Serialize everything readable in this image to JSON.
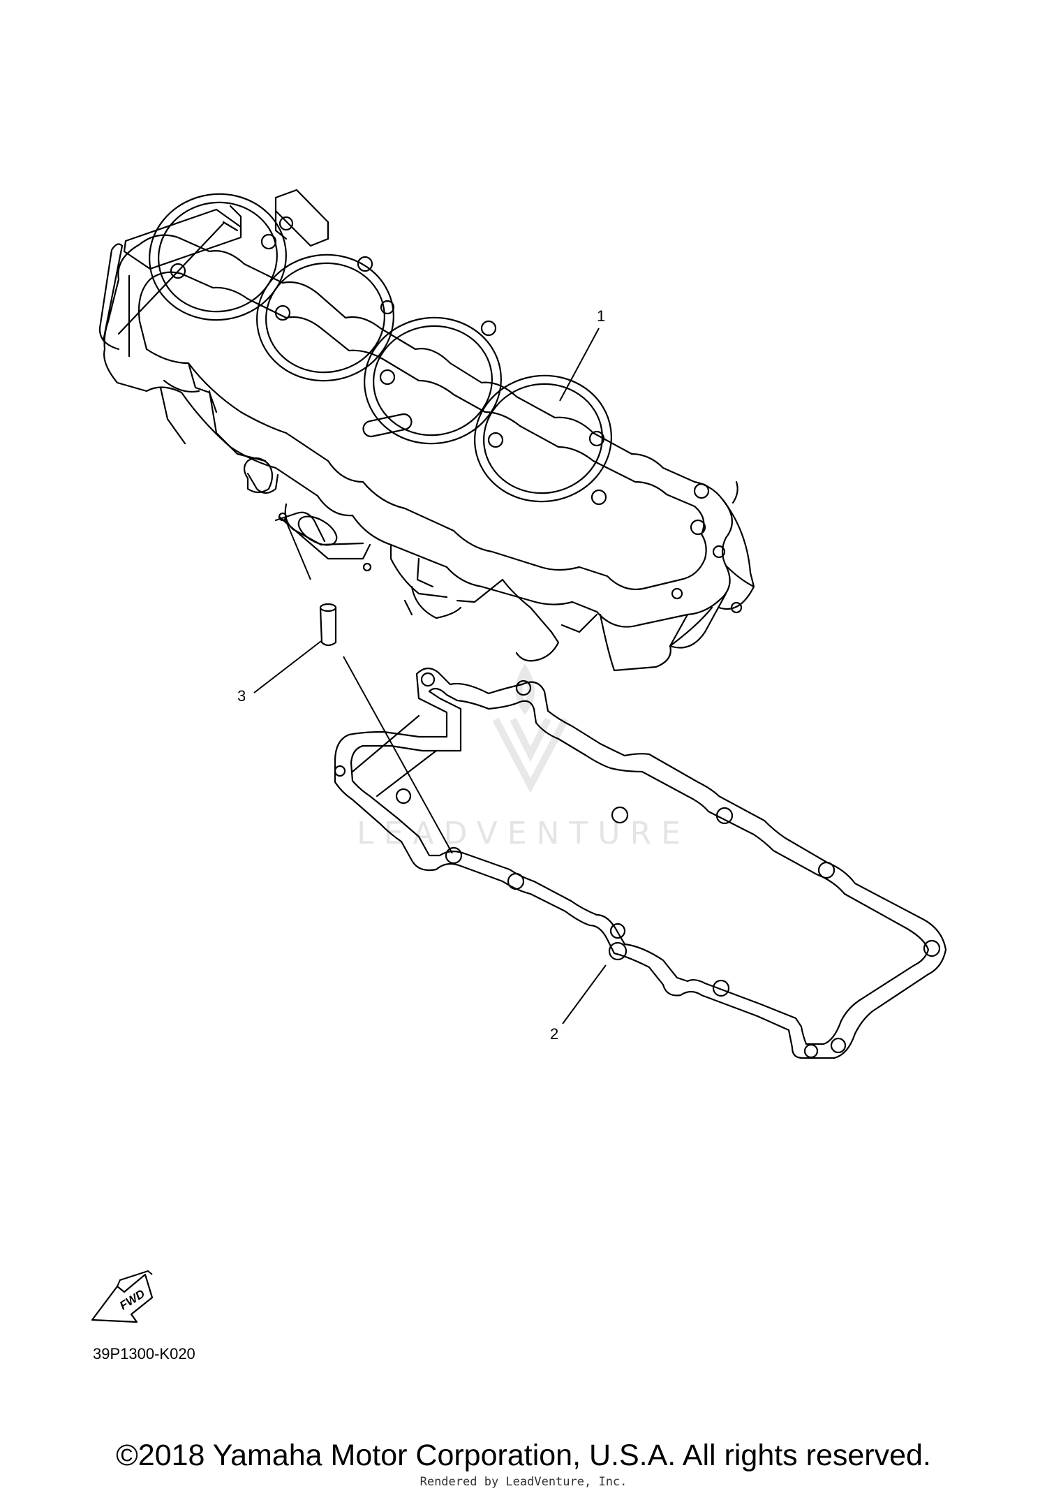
{
  "diagram": {
    "callouts": [
      {
        "label": "1",
        "part": "cylinder"
      },
      {
        "label": "2",
        "part": "cylinder-gasket"
      },
      {
        "label": "3",
        "part": "dowel-pin"
      }
    ],
    "fwd_badge": "FWD",
    "diagram_code": "39P1300-K020",
    "watermark_text": "LEADVENTURE"
  },
  "footer": {
    "copyright": "©2018 Yamaha Motor Corporation, U.S.A. All rights reserved.",
    "rendered_by": "Rendered by LeadVenture, Inc."
  },
  "colors": {
    "line": "#000000",
    "background": "#ffffff",
    "watermark": "#e4e4e4"
  }
}
